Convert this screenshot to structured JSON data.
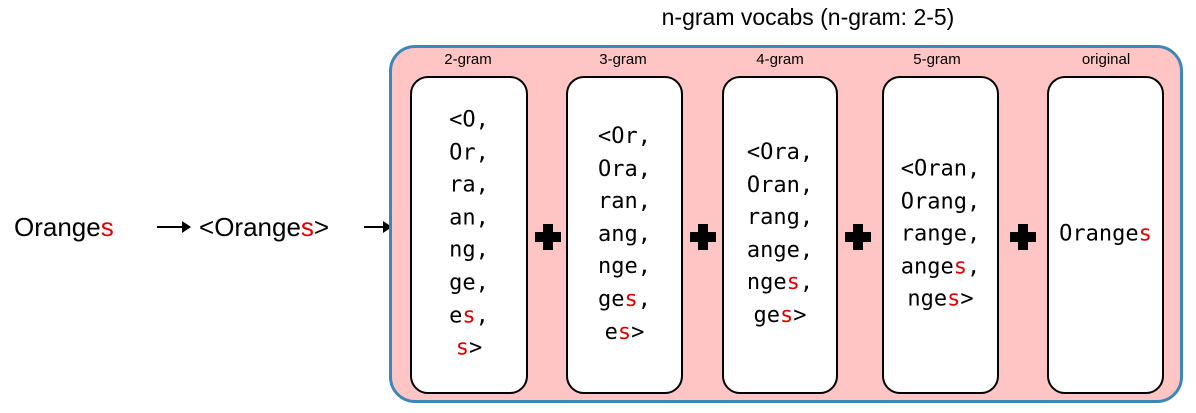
{
  "title": "n-gram vocabs (n-gram: 2-5)",
  "input_word": {
    "base": "Orange",
    "suffix": "s"
  },
  "bracketed_word": {
    "open": "<",
    "base": "Orange",
    "suffix": "s",
    "close": ">"
  },
  "accent_color": "#e00000",
  "panel": {
    "background": "#ffc4c4",
    "border_color": "#3b87b8"
  },
  "columns": [
    {
      "label": "2-gram",
      "lines": [
        {
          "pre": "<O,"
        },
        {
          "pre": "Or,"
        },
        {
          "pre": "ra,"
        },
        {
          "pre": "an,"
        },
        {
          "pre": "ng,"
        },
        {
          "pre": "ge,"
        },
        {
          "pre": "e",
          "red": "s",
          "post": ","
        },
        {
          "pre": "",
          "red": "s",
          "post": ">"
        }
      ]
    },
    {
      "label": "3-gram",
      "lines": [
        {
          "pre": "<Or,"
        },
        {
          "pre": "Ora,"
        },
        {
          "pre": "ran,"
        },
        {
          "pre": "ang,"
        },
        {
          "pre": "nge,"
        },
        {
          "pre": "ge",
          "red": "s",
          "post": ","
        },
        {
          "pre": "e",
          "red": "s",
          "post": ">"
        }
      ]
    },
    {
      "label": "4-gram",
      "lines": [
        {
          "pre": "<Ora,"
        },
        {
          "pre": "Oran,"
        },
        {
          "pre": "rang,"
        },
        {
          "pre": "ange,"
        },
        {
          "pre": "nge",
          "red": "s",
          "post": ","
        },
        {
          "pre": "ge",
          "red": "s",
          "post": ">"
        }
      ]
    },
    {
      "label": "5-gram",
      "lines": [
        {
          "pre": "<Oran,"
        },
        {
          "pre": "Orang,"
        },
        {
          "pre": "range,"
        },
        {
          "pre": "ange",
          "red": "s",
          "post": ","
        },
        {
          "pre": "nge",
          "red": "s",
          "post": ">"
        }
      ]
    },
    {
      "label": "original",
      "lines": [
        {
          "pre": "Orange",
          "red": "s",
          "post": ""
        }
      ]
    }
  ],
  "plus_icon": "plus-icon",
  "arrow_icon": "right-arrow-icon"
}
